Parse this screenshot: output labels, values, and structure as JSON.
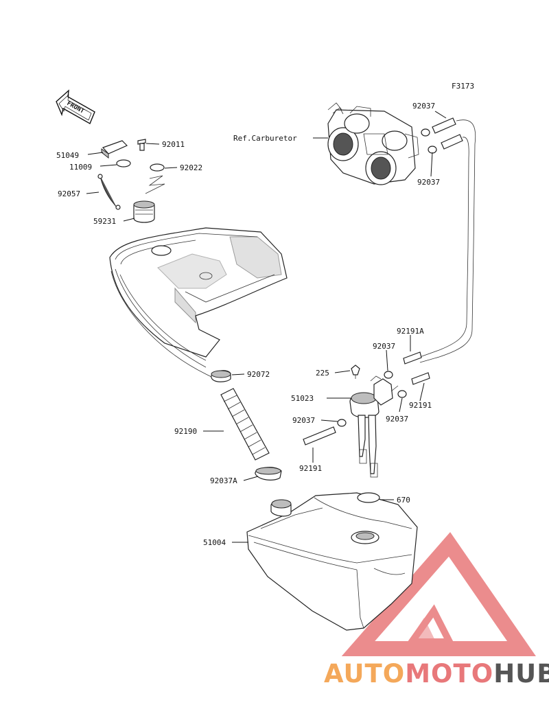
{
  "figure_code": "F3173",
  "front_arrow_label": "FRONT",
  "reference_label": "Ref.Carburetor",
  "part_labels": {
    "p51049": "51049",
    "p92011": "92011",
    "p11009": "11009",
    "p92022": "92022",
    "p92057": "92057",
    "p59231": "59231",
    "p92037_top": "92037",
    "p92037_top2": "92037",
    "p92191a": "92191A",
    "p92037_mid": "92037",
    "p225": "225",
    "p92072": "92072",
    "p51023": "51023",
    "p92191_right": "92191",
    "p92037_right": "92037",
    "p92037_left": "92037",
    "p92190": "92190",
    "p92191_left": "92191",
    "p92037a": "92037A",
    "p670": "670",
    "p51004": "51004"
  },
  "watermark": {
    "brand_part1": "AUTO",
    "brand_part2": "MOTO",
    "brand_part3": "HUB",
    "color_orange": "#f4a85a",
    "color_red": "#e8787a",
    "color_gray": "#555555"
  }
}
